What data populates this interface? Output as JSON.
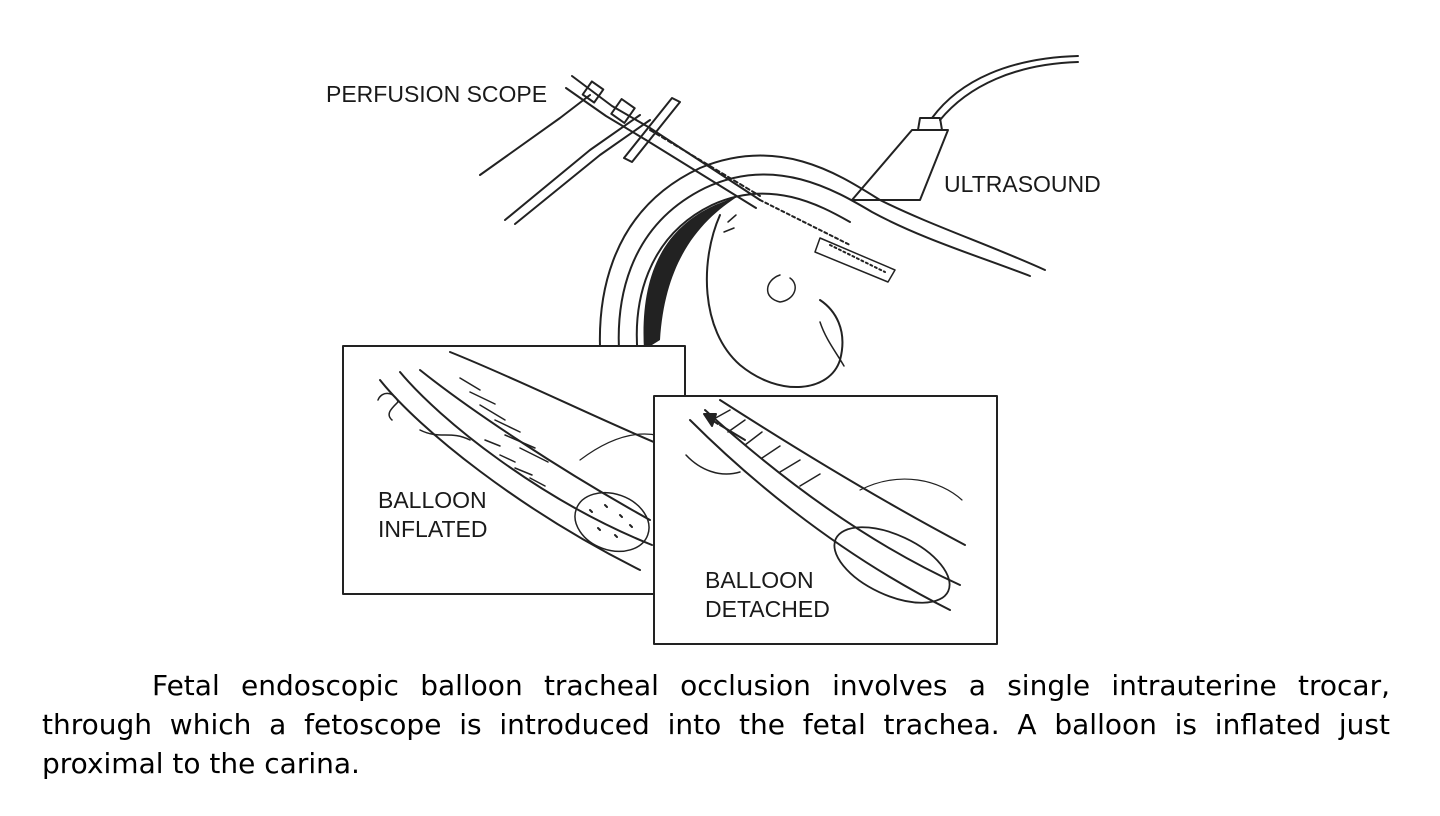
{
  "labels": {
    "perfusion_scope": "PERFUSION SCOPE",
    "ultrasound": "ULTRASOUND",
    "balloon_inflated": [
      "BALLOON",
      "INFLATED"
    ],
    "balloon_detached": [
      "BALLOON",
      "DETACHED"
    ]
  },
  "caption": "Fetal endoscopic balloon tracheal occlusion involves a single intrauterine trocar, through which a fetoscope is introduced into the fetal trachea. A balloon is inflated just proximal to the carina."
}
